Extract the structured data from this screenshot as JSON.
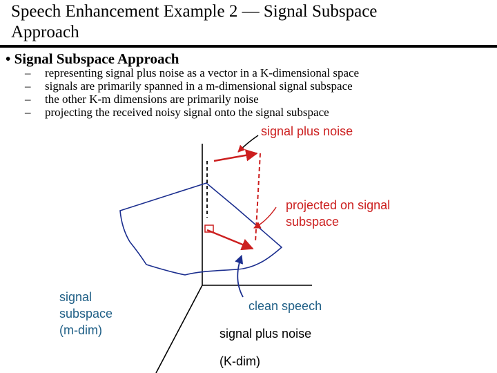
{
  "slide": {
    "title_line1": "Speech Enhancement Example 2 — Signal Subspace",
    "title_line2": "Approach",
    "bullet": "• Signal Subspace Approach",
    "dash": "–",
    "sub_bullets": [
      "representing signal plus noise as a vector in a K-dimensional space",
      "signals are primarily spanned in a m-dimensional signal subspace",
      "the other K-m dimensions are primarily noise",
      "projecting the received noisy signal onto the signal subspace"
    ]
  },
  "diagram": {
    "label_signal_plus_noise_top": "signal plus noise",
    "label_projected_line1": "projected on signal",
    "label_projected_line2": "subspace",
    "label_signal_subspace_line1": "signal",
    "label_signal_subspace_line2": "subspace",
    "label_signal_subspace_line3": "(m-dim)",
    "label_clean_speech": "clean speech",
    "label_signal_plus_noise_bottom": "signal plus noise",
    "label_kdim": "(K-dim)",
    "colors": {
      "red": "#cc1f1f",
      "navy": "#1c2f8f",
      "blue_text": "#1f5f86",
      "black": "#000000"
    }
  }
}
